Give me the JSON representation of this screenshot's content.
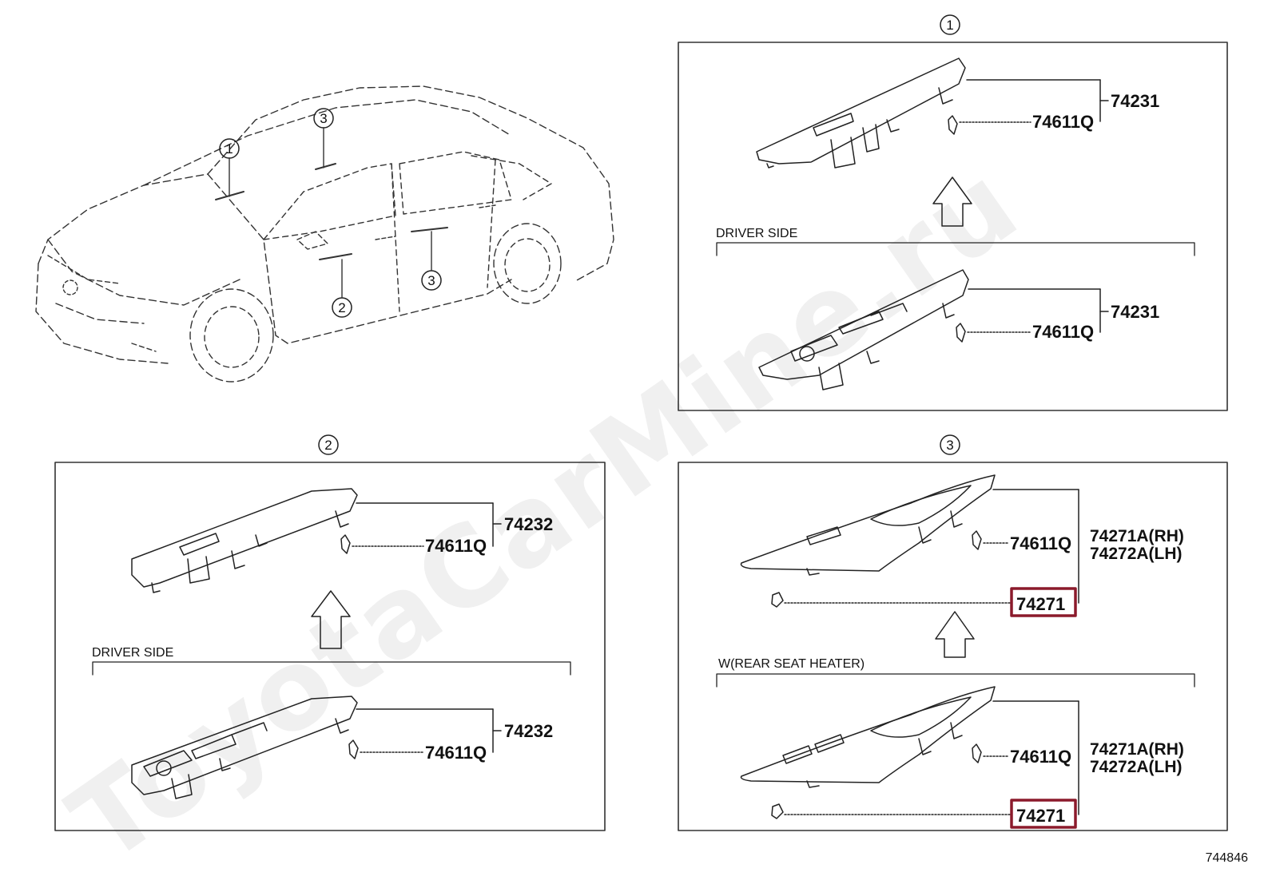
{
  "diagram_ref": "744846",
  "watermark": "ToyotaCarMine.ru",
  "accent_color": "#8b1a2b",
  "callouts": [
    "1",
    "2",
    "3"
  ],
  "panel1": {
    "callout": "1",
    "section_label": "DRIVER SIDE",
    "upper": {
      "part_main": "74231",
      "part_clip": "74611Q"
    },
    "lower": {
      "part_main": "74231",
      "part_clip": "74611Q"
    }
  },
  "panel2": {
    "callout": "2",
    "section_label": "DRIVER SIDE",
    "upper": {
      "part_main": "74232",
      "part_clip": "74611Q"
    },
    "lower": {
      "part_main": "74232",
      "part_clip": "74611Q"
    }
  },
  "panel3": {
    "callout": "3",
    "section_label": "W(REAR SEAT HEATER)",
    "upper": {
      "part_rh": "74271A(RH)",
      "part_lh": "74272A(LH)",
      "part_clip": "74611Q",
      "part_pin": "74271"
    },
    "lower": {
      "part_rh": "74271A(RH)",
      "part_lh": "74272A(LH)",
      "part_clip": "74611Q",
      "part_pin": "74271"
    }
  }
}
